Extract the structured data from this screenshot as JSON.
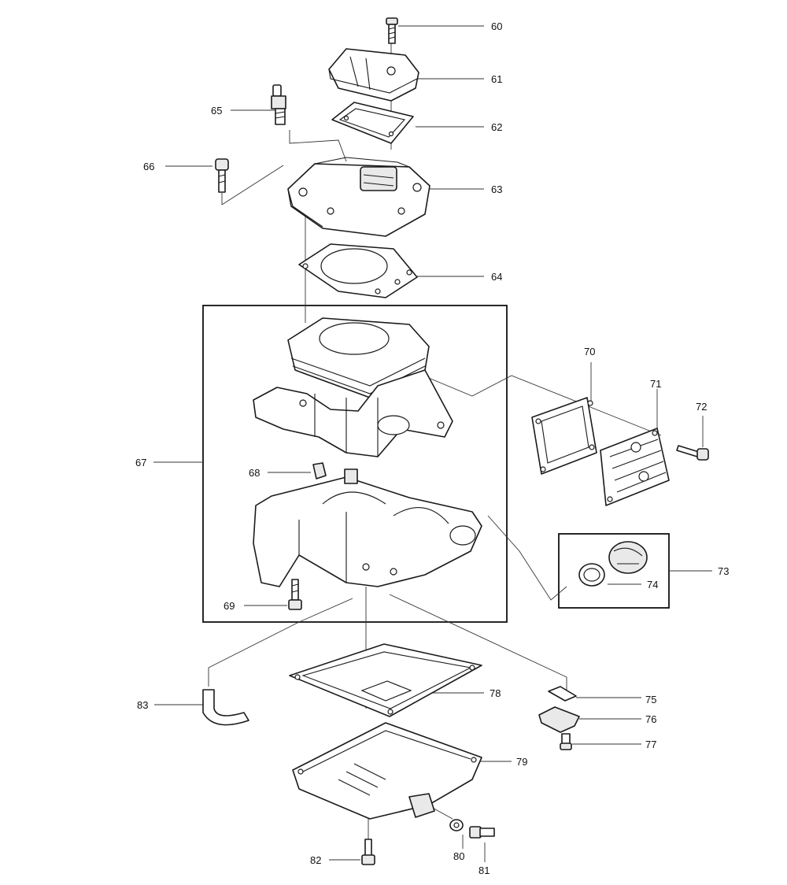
{
  "diagram": {
    "labels": {
      "p60": "60",
      "p61": "61",
      "p62": "62",
      "p63": "63",
      "p64": "64",
      "p65": "65",
      "p66": "66",
      "p67": "67",
      "p68": "68",
      "p69": "69",
      "p70": "70",
      "p71": "71",
      "p72": "72",
      "p73": "73",
      "p74": "74",
      "p75": "75",
      "p76": "76",
      "p77": "77",
      "p78": "78",
      "p79": "79",
      "p80": "80",
      "p81": "81",
      "p82": "82",
      "p83": "83"
    },
    "colors": {
      "ink": "#1a1a1a",
      "paper": "#ffffff",
      "shade": "#e9e9e9"
    }
  }
}
